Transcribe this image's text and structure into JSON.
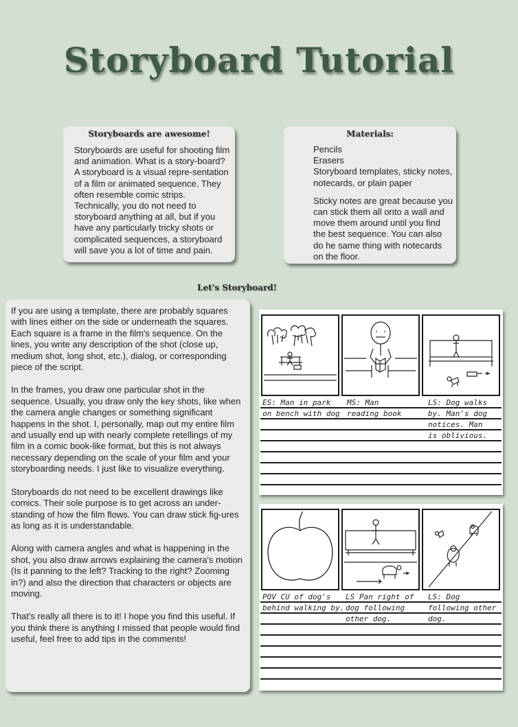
{
  "title": "Storyboard Tutorial",
  "awesome": {
    "heading": "Storyboards are awesome!",
    "body": "Storyboards are useful for shooting film and animation.  What is a story-board?  A storyboard is a visual repre-sentation of a film or animated sequence.  They often resemble comic strips.  Technically, you do not need to storyboard anything at all, but if you have any particularly tricky shots or complicated sequences, a storyboard will save you a lot of time and pain."
  },
  "materials": {
    "heading": "Materials:",
    "items": [
      "Pencils",
      "Erasers",
      "Storyboard templates, sticky notes, notecards, or plain paper"
    ],
    "note": "Sticky notes are great because you can stick them all onto a wall and move them around until you find the best sequence.  You can also do he same thing with notecards on the floor."
  },
  "section_heading": "Let's Storyboard!",
  "tutorial": {
    "paragraphs": [
      "If you are using a template, there are probably squares with lines either on the side or underneath the squares.  Each square is a frame in the film's sequence.   On the lines, you write any description of the shot (close up, medium shot, long shot, etc.), dialog, or corresponding piece of the script.",
      "In the frames, you draw one particular shot in the sequence.  Usually, you draw only the key shots, like when the camera angle changes or something significant happens in the shot.  I, personally, map out my entire film and usually end up with nearly complete retellings of my film in a comic book-like format, but this is not always necessary depending on the scale of your film and your storyboarding needs.  I just like to visualize everything.",
      "Storyboards do not need to be excellent drawings like comics.  Their sole purpose is to get across an under-standing of how the film flows.  You can draw stick fig-ures as long as it is understandable.",
      "Along with camera angles and what is happening in the shot, you also draw arrows explaining the camera's motion (Is it panning to the left?  Tracking to the right?  Zooming in?) and also the direction that characters or objects are moving.",
      "That's really all there is to it!  I hope you find this useful.  If you think there is anything I missed that people would find useful, feel free to add tips in the comments!"
    ]
  },
  "storyboard": {
    "sheet1": {
      "frames": [
        {
          "name": "park-bench",
          "caption": [
            "ES:  Man in park",
            "on bench with dog"
          ]
        },
        {
          "name": "man-reading",
          "caption": [
            "MS:  Man",
            "reading book"
          ]
        },
        {
          "name": "dog-walks",
          "caption": [
            "LS: Dog walks",
            "by. Man's dog",
            "notices. Man",
            "is oblivious."
          ]
        }
      ]
    },
    "sheet2": {
      "frames": [
        {
          "name": "dog-behind",
          "caption": [
            "POV CU of dog's",
            "behind walking by."
          ]
        },
        {
          "name": "pan-right",
          "caption": [
            "LS Pan right of",
            "dog following",
            "other dog."
          ]
        },
        {
          "name": "dog-following",
          "caption": [
            "LS: Dog",
            "following other",
            "dog."
          ]
        }
      ]
    }
  },
  "colors": {
    "background": "#d2dfd1",
    "title": "#3f5a47",
    "panel": "#ebebea"
  }
}
